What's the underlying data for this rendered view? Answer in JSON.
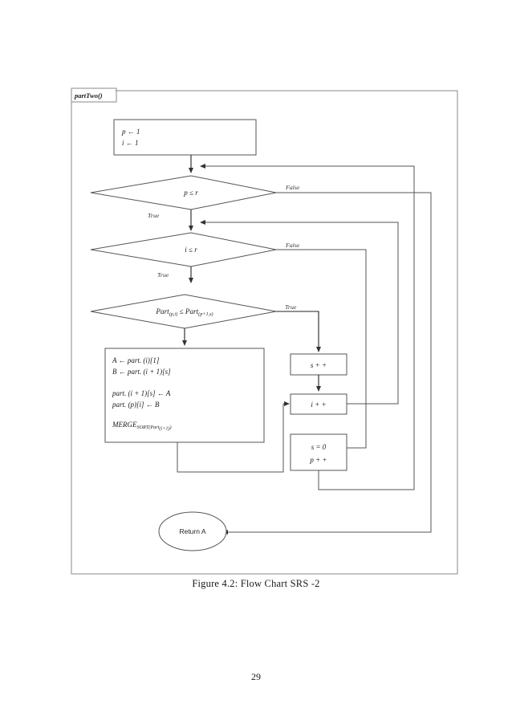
{
  "document": {
    "figure_caption": "Figure 4.2: Flow Chart SRS -2",
    "page_number": "29"
  },
  "diagram": {
    "frame_label": "partTwo()",
    "type": "flowchart",
    "nodes": [
      {
        "id": "init",
        "shape": "process",
        "lines": [
          "p  ← 1",
          "i  ← 1"
        ]
      },
      {
        "id": "decision-p",
        "shape": "decision",
        "condition": "p ≤ r",
        "true_label": "True",
        "false_label": "False"
      },
      {
        "id": "decision-i",
        "shape": "decision",
        "condition": "i ≤ r",
        "true_label": "True",
        "false_label": "False"
      },
      {
        "id": "decision-part",
        "shape": "decision",
        "condition_main": "Part",
        "condition_sub1": "(p,i)",
        "condition_op": "≤",
        "condition_main2": "Part",
        "condition_sub2": "(p+1,s)",
        "true_label": "True"
      },
      {
        "id": "swap-merge",
        "shape": "process",
        "lines": [
          "A  ←  part. (i)[1]",
          "B  ←  part. (i + 1)[s]",
          "",
          "part. (i + 1)[s]  ←  A",
          "part. (p)[i]  ←  B",
          "",
          "MERGE"
        ],
        "merge_call": {
          "prefix": "MERGE",
          "sub": "SORT",
          "arg_main": "(Part",
          "arg_sub": "(i+1)",
          "arg_close": ")"
        }
      },
      {
        "id": "s-inc",
        "shape": "process",
        "text": "s + +"
      },
      {
        "id": "i-inc",
        "shape": "process",
        "text": "i + +"
      },
      {
        "id": "reset-p-inc",
        "shape": "process",
        "lines": [
          "s = 0",
          "p + +"
        ]
      },
      {
        "id": "return",
        "shape": "terminator",
        "text": "Return A"
      }
    ],
    "edges": [
      {
        "from": "init",
        "to": "decision-p",
        "label": ""
      },
      {
        "from": "decision-p",
        "to": "decision-i",
        "label": "True"
      },
      {
        "from": "decision-p",
        "to": "return",
        "label": "False"
      },
      {
        "from": "decision-i",
        "to": "decision-part",
        "label": "True"
      },
      {
        "from": "decision-i",
        "to": "reset-p-inc",
        "label": "False"
      },
      {
        "from": "decision-part",
        "to": "swap-merge",
        "label": ""
      },
      {
        "from": "decision-part",
        "to": "s-inc",
        "label": "True"
      },
      {
        "from": "s-inc",
        "to": "i-inc",
        "label": ""
      },
      {
        "from": "swap-merge",
        "to": "i-inc",
        "label": ""
      },
      {
        "from": "i-inc",
        "to": "decision-i",
        "label": ""
      },
      {
        "from": "reset-p-inc",
        "to": "decision-p",
        "label": ""
      }
    ]
  },
  "colors": {
    "stroke": "#555555",
    "frame_stroke": "#888888",
    "text": "#1a1a1a",
    "background": "#ffffff"
  }
}
